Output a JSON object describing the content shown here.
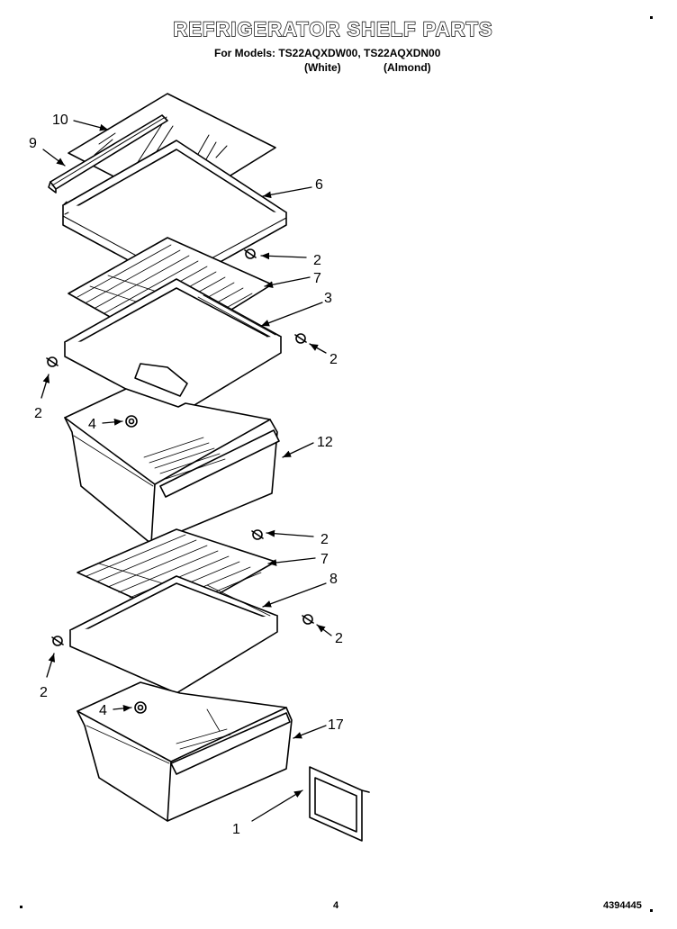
{
  "header": {
    "title": "REFRIGERATOR SHELF PARTS",
    "models": "For Models: TS22AQXDW00, TS22AQXDN00",
    "variant_white": "(White)",
    "variant_almond": "(Almond)"
  },
  "callouts": [
    "10",
    "9",
    "6",
    "2",
    "7",
    "3",
    "2",
    "2",
    "4",
    "12",
    "2",
    "7",
    "8",
    "2",
    "2",
    "4",
    "17",
    "1"
  ],
  "footer": {
    "page_number": "4",
    "document_number": "4394445"
  }
}
